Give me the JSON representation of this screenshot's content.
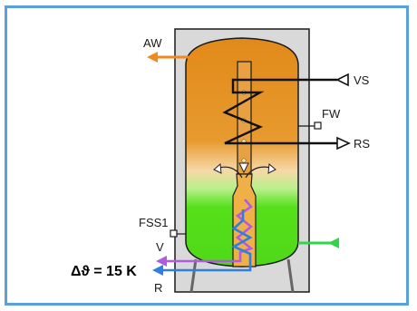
{
  "diagram": {
    "labels": {
      "aw": "AW",
      "vs": "VS",
      "fw": "FW",
      "rs": "RS",
      "fss1": "FSS1",
      "v": "V",
      "r": "R",
      "delta_t": "Δϑ = 15 K"
    },
    "colors": {
      "frame": "#5aa0dc",
      "casing": "#d9d9d9",
      "hot": "#e8961e",
      "cold": "#55e01a",
      "coil_hot": "#111111",
      "coil_violet": "#b05ce0",
      "coil_blue": "#2f7fe0",
      "aw_pipe": "#f08a1c",
      "green_pipe": "#2fd64a"
    }
  }
}
